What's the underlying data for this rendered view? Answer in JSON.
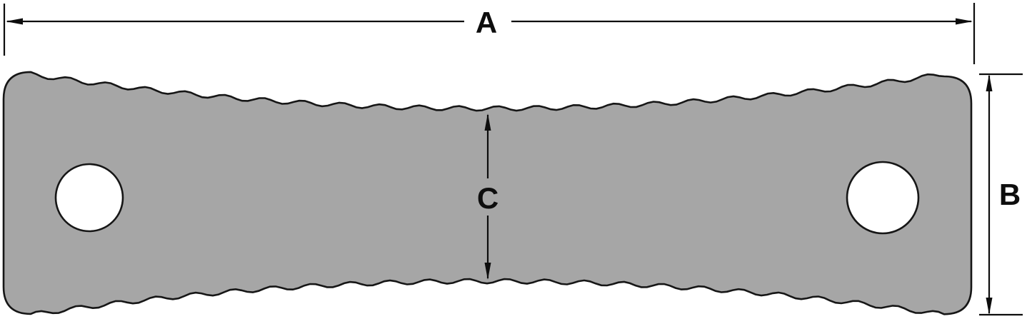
{
  "diagram": {
    "type": "technical-dimension-drawing",
    "description": "Flat serrated strap plate with two round end holes and three dimension callouts",
    "labels": {
      "overall_width": "A",
      "overall_height": "B",
      "center_height": "C"
    },
    "colors": {
      "plate_fill": "#a6a6a6",
      "hole_fill": "#ffffff",
      "line_color": "#0d0d0d",
      "background": "#ffffff"
    }
  }
}
